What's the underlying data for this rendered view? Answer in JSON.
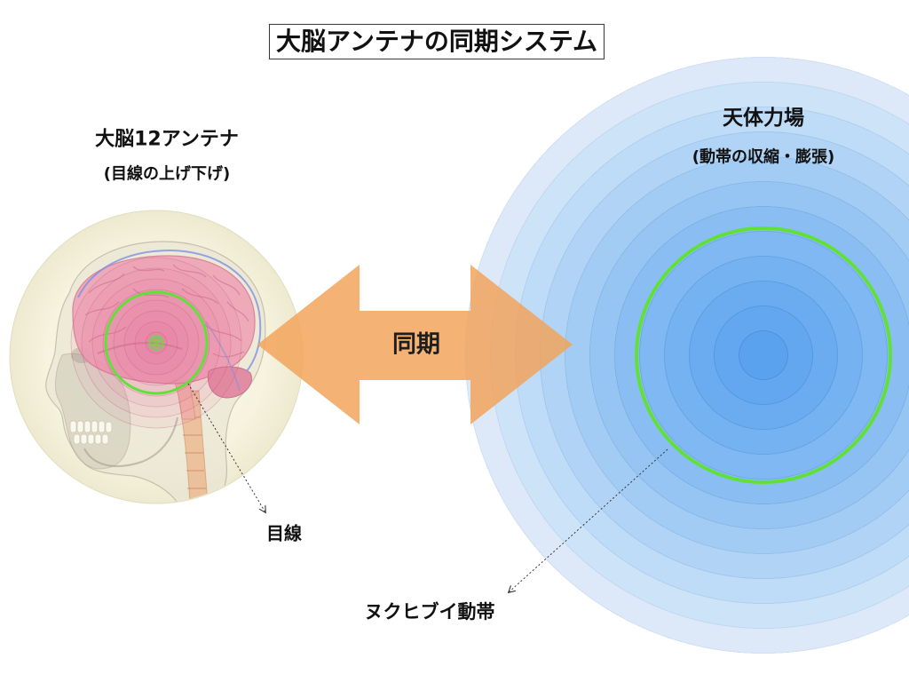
{
  "title": "大脳アンテナの同期システム",
  "antenna": {
    "heading": "大脳12アンテナ",
    "subheading": "(目線の上げ下げ)",
    "pointer_label": "目線"
  },
  "sync": {
    "label": "同期"
  },
  "field": {
    "heading": "天体力場",
    "subheading": "(動帯の収縮・膨張)",
    "pointer_label": "ヌクヒブイ動帯"
  },
  "colors": {
    "sync_arrow": "#f2a35a",
    "highlight_ring": "#62e03a",
    "pointer_line": "#333333"
  }
}
